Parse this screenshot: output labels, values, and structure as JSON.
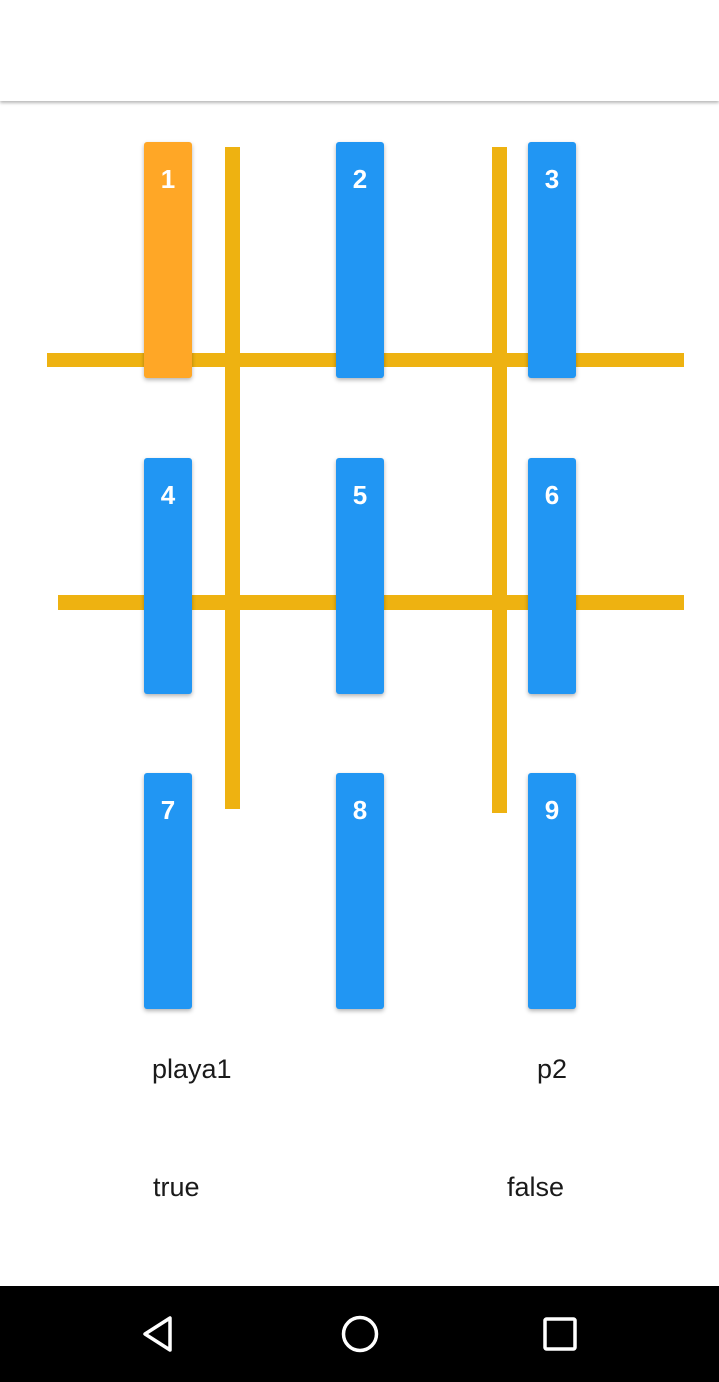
{
  "board": {
    "cells": [
      {
        "label": "1",
        "selected": true
      },
      {
        "label": "2",
        "selected": false
      },
      {
        "label": "3",
        "selected": false
      },
      {
        "label": "4",
        "selected": false
      },
      {
        "label": "5",
        "selected": false
      },
      {
        "label": "6",
        "selected": false
      },
      {
        "label": "7",
        "selected": false
      },
      {
        "label": "8",
        "selected": false
      },
      {
        "label": "9",
        "selected": false
      }
    ]
  },
  "players": {
    "player1_name": "playa1",
    "player2_name": "p2",
    "player1_turn": "true",
    "player2_turn": "false"
  },
  "nav": {
    "back_icon": "back-triangle-icon",
    "home_icon": "home-circle-icon",
    "recents_icon": "recents-square-icon"
  },
  "colors": {
    "cell_default": "#2196F3",
    "cell_selected": "#FFA726",
    "grid_line": "#EEB211",
    "nav_bar": "#000000"
  }
}
